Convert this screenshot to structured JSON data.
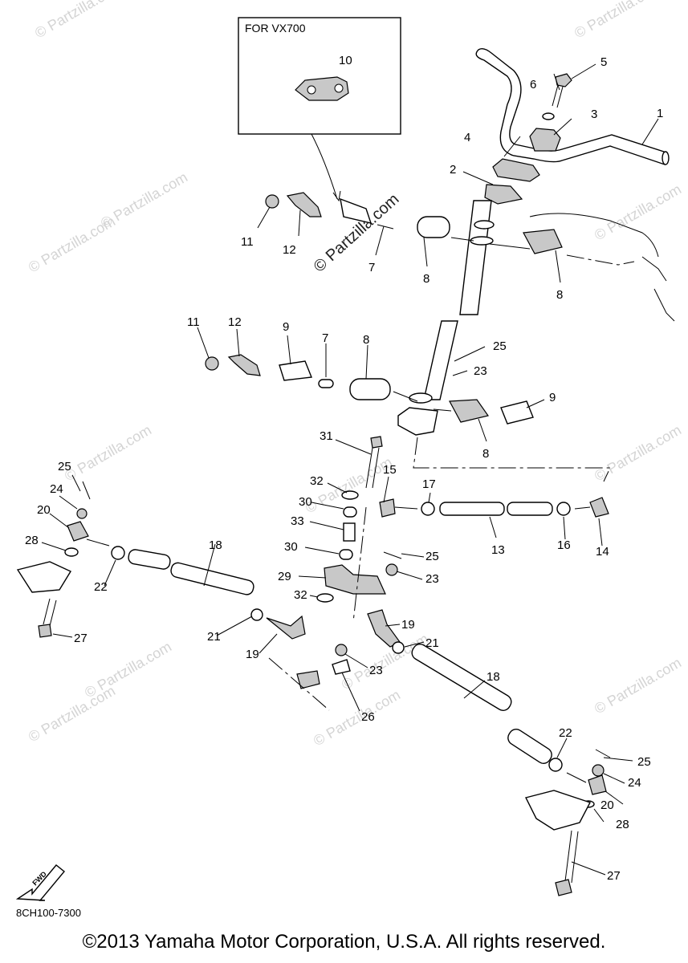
{
  "inset": {
    "title": "FOR VX700"
  },
  "watermark": {
    "text": "© Partzilla.com",
    "center_text": "© Partzilla.com"
  },
  "callouts": [
    {
      "id": "c1",
      "text": "1"
    },
    {
      "id": "c2",
      "text": "2"
    },
    {
      "id": "c3",
      "text": "3"
    },
    {
      "id": "c4",
      "text": "4"
    },
    {
      "id": "c5",
      "text": "5"
    },
    {
      "id": "c6",
      "text": "6"
    },
    {
      "id": "c7a",
      "text": "7"
    },
    {
      "id": "c7b",
      "text": "7"
    },
    {
      "id": "c8a",
      "text": "8"
    },
    {
      "id": "c8b",
      "text": "8"
    },
    {
      "id": "c8c",
      "text": "8"
    },
    {
      "id": "c8d",
      "text": "8"
    },
    {
      "id": "c9a",
      "text": "9"
    },
    {
      "id": "c9b",
      "text": "9"
    },
    {
      "id": "c10",
      "text": "10"
    },
    {
      "id": "c11a",
      "text": "11"
    },
    {
      "id": "c11b",
      "text": "11"
    },
    {
      "id": "c12a",
      "text": "12"
    },
    {
      "id": "c12b",
      "text": "12"
    },
    {
      "id": "c13",
      "text": "13"
    },
    {
      "id": "c14",
      "text": "14"
    },
    {
      "id": "c15",
      "text": "15"
    },
    {
      "id": "c16",
      "text": "16"
    },
    {
      "id": "c17",
      "text": "17"
    },
    {
      "id": "c18a",
      "text": "18"
    },
    {
      "id": "c18b",
      "text": "18"
    },
    {
      "id": "c19a",
      "text": "19"
    },
    {
      "id": "c19b",
      "text": "19"
    },
    {
      "id": "c20a",
      "text": "20"
    },
    {
      "id": "c20b",
      "text": "20"
    },
    {
      "id": "c21a",
      "text": "21"
    },
    {
      "id": "c21b",
      "text": "21"
    },
    {
      "id": "c22a",
      "text": "22"
    },
    {
      "id": "c22b",
      "text": "22"
    },
    {
      "id": "c23a",
      "text": "23"
    },
    {
      "id": "c23b",
      "text": "23"
    },
    {
      "id": "c23c",
      "text": "23"
    },
    {
      "id": "c24a",
      "text": "24"
    },
    {
      "id": "c24b",
      "text": "24"
    },
    {
      "id": "c25a",
      "text": "25"
    },
    {
      "id": "c25b",
      "text": "25"
    },
    {
      "id": "c25c",
      "text": "25"
    },
    {
      "id": "c25d",
      "text": "25"
    },
    {
      "id": "c26",
      "text": "26"
    },
    {
      "id": "c27a",
      "text": "27"
    },
    {
      "id": "c27b",
      "text": "27"
    },
    {
      "id": "c28a",
      "text": "28"
    },
    {
      "id": "c28b",
      "text": "28"
    },
    {
      "id": "c29",
      "text": "29"
    },
    {
      "id": "c30a",
      "text": "30"
    },
    {
      "id": "c30b",
      "text": "30"
    },
    {
      "id": "c31",
      "text": "31"
    },
    {
      "id": "c32a",
      "text": "32"
    },
    {
      "id": "c32b",
      "text": "32"
    },
    {
      "id": "c33",
      "text": "33"
    }
  ],
  "fwd_label": "FWD",
  "diagram_code": "8CH100-7300",
  "copyright": "©2013 Yamaha Motor Corporation, U.S.A. All rights reserved."
}
